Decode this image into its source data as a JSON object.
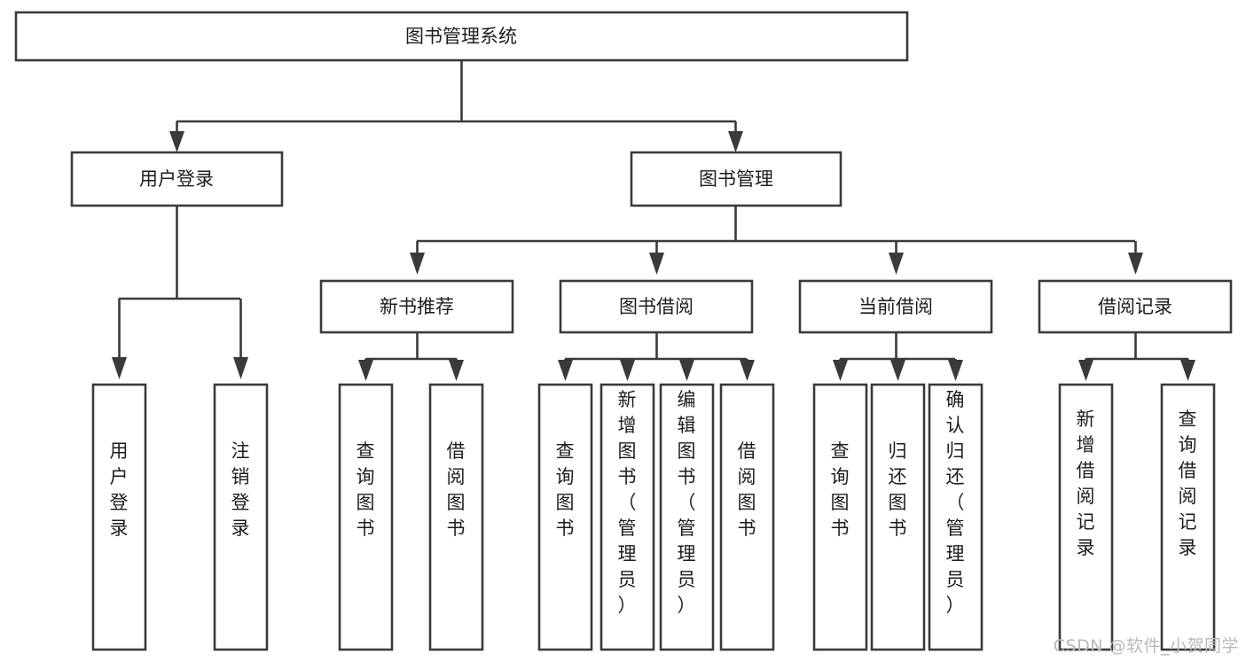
{
  "diagram": {
    "title": "图书管理系统",
    "type": "hierarchy-tree",
    "watermark": "CSDN @软件_小贺同学",
    "colors": {
      "stroke": "#3a3a3a",
      "fill": "#ffffff",
      "text": "#1d1d1d",
      "watermark": "#b9b9b9"
    },
    "levels": {
      "root": {
        "label": "图书管理系统"
      },
      "level2": [
        {
          "label": "用户登录"
        },
        {
          "label": "图书管理"
        }
      ],
      "level3": [
        {
          "label": "新书推荐"
        },
        {
          "label": "图书借阅"
        },
        {
          "label": "当前借阅"
        },
        {
          "label": "借阅记录"
        }
      ],
      "leaves": {
        "user_login": [
          {
            "label": "用户登录"
          },
          {
            "label": "注销登录"
          }
        ],
        "new_book_recommend": [
          {
            "label": "查询图书"
          },
          {
            "label": "借阅图书"
          }
        ],
        "book_borrow": [
          {
            "label": "查询图书"
          },
          {
            "label": "新增图书（管理员）"
          },
          {
            "label": "编辑图书（管理员）"
          },
          {
            "label": "借阅图书"
          }
        ],
        "current_borrow": [
          {
            "label": "查询图书"
          },
          {
            "label": "归还图书"
          },
          {
            "label": "确认归还（管理员）"
          }
        ],
        "borrow_record": [
          {
            "label": "新增借阅记录"
          },
          {
            "label": "查询借阅记录"
          }
        ]
      }
    }
  }
}
